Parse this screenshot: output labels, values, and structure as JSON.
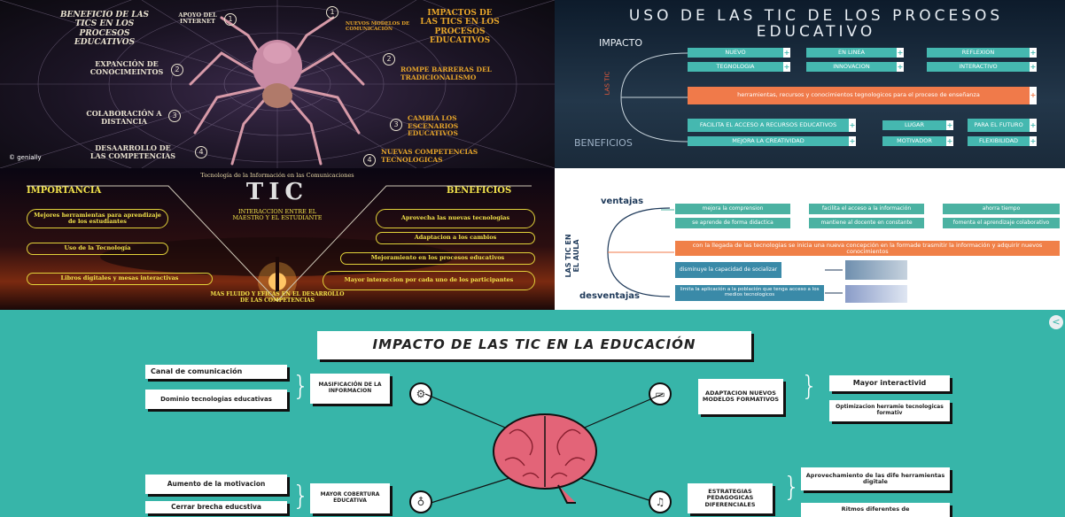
{
  "p1": {
    "title": "BENEFICIO DE LAS TICS EN LOS PROCESOS EDUCATIVOS",
    "left_items": [
      {
        "num": "1",
        "text": "APOYO DEL INTERNET"
      },
      {
        "num": "2",
        "text": "EXPANCIÓN DE CONOCIMEINTOS"
      },
      {
        "num": "3",
        "text": "COLABORACIÓN A DISTANCIA"
      },
      {
        "num": "4",
        "text": "DESAARROLLO DE LAS COMPETENCIAS"
      }
    ],
    "right_title": "IMPACTOS DE LAS TICS EN LOS PROCESOS EDUCATIVOS",
    "right_items": [
      {
        "num": "1",
        "text": "NUEVOS MODELOS DE COMUNICACIÓN"
      },
      {
        "num": "2",
        "text": "ROMPE BARRERAS DEL TRADICIONALISMO"
      },
      {
        "num": "3",
        "text": "CAMBIA LOS ESCENARIOS EDUCATIVOS"
      },
      {
        "num": "4",
        "text": "NUEVAS COMPETENCIAS TECNOLOGICAS"
      }
    ],
    "logo": "genially"
  },
  "p2": {
    "title": "USO DE LAS TIC DE LOS PROCESOS EDUCATIVO",
    "impacto": "IMPACTO",
    "beneficios": "BENEFICIOS",
    "side": "LAS TIC",
    "impact_boxes": [
      "NUEVO",
      "EN LINEA",
      "REFLEXION",
      "TEGNOLOGIA",
      "INNOVACION",
      "INTERACTIVO"
    ],
    "center": "herramientas, recursos y conocimientos tegnologicos para el proceso de enseñanza",
    "benefit_boxes": [
      "FACILITA EL ACCESO A RECURSOS EDUCATIVOS",
      "LUGAR",
      "PARA EL FUTURO",
      "MEJORA LA CREATIVIDAD",
      "MOTIVADOR",
      "FLEXIBILIDAD"
    ]
  },
  "p3": {
    "top": "Tecnología de la Información en las Comunicaciones",
    "big": "TIC",
    "importancia": "IMPORTANCIA",
    "beneficios": "BENEFICIOS",
    "sub": "INTERACCION ENTRE EL MAESTRO Y EL ESTUDIANTE",
    "left": [
      "Mejores herramientas para aprendizaje de los estudiantes",
      "Uso de la Tecnología",
      "Libros digitales y mesas interactivas"
    ],
    "right": [
      "Aprovecha las nuevas tecnologias",
      "Adaptacion a los cambios",
      "Mejoramiento en los procesos educativos",
      "Mayor interaccion por cada uno de los participantes"
    ],
    "bottom": "MAS FLUIDO Y EFICAS EN EL DESARROLLO DE LAS COMPETENCIAS"
  },
  "p4": {
    "ventajas": "ventajas",
    "desventajas": "desventajas",
    "side": "LAS TIC EN EL AULA",
    "v_boxes": [
      "mejora la comprension",
      "facilita el acceso a la información",
      "ahorra tiempo",
      "se aprende de forma didactica",
      "mantiene al docente en constante",
      "fomenta el aprendizaje colaborativo"
    ],
    "center": "con la llegada de las tecnologias se inicia una nueva concepción en la formade trasmitir la información y adquirir nuevos conocimientos",
    "d_boxes": [
      "disminuye la capacidad de socializar",
      "limita la aplicación a la población que tenga acceso a los medios tecnologicos"
    ]
  },
  "p5": {
    "title": "IMPACTO DE LAS TIC EN LA EDUCACIÓN",
    "tl": [
      "Canal de comunicación",
      "Dominio tecnologias educativas"
    ],
    "tl_head": "MASIFICACIÓN DE LA INFORMACION",
    "tr_head": "ADAPTACION NUEVOS MODELOS FORMATIVOS",
    "tr": [
      "Mayor interactivid",
      "Optimizacion herramie tecnologicas formativ"
    ],
    "bl": [
      "Aumento de la motivacion",
      "Cerrar brecha educstiva"
    ],
    "bl_head": "MAYOR COBERTURA EDUCATIVA",
    "br_head": "ESTRATEGIAS PEDAGOGICAS DIFERENCIALES",
    "br": [
      "Aprovechamiento de las dife herramientas digitale",
      "Ritmos diferentes de"
    ]
  }
}
